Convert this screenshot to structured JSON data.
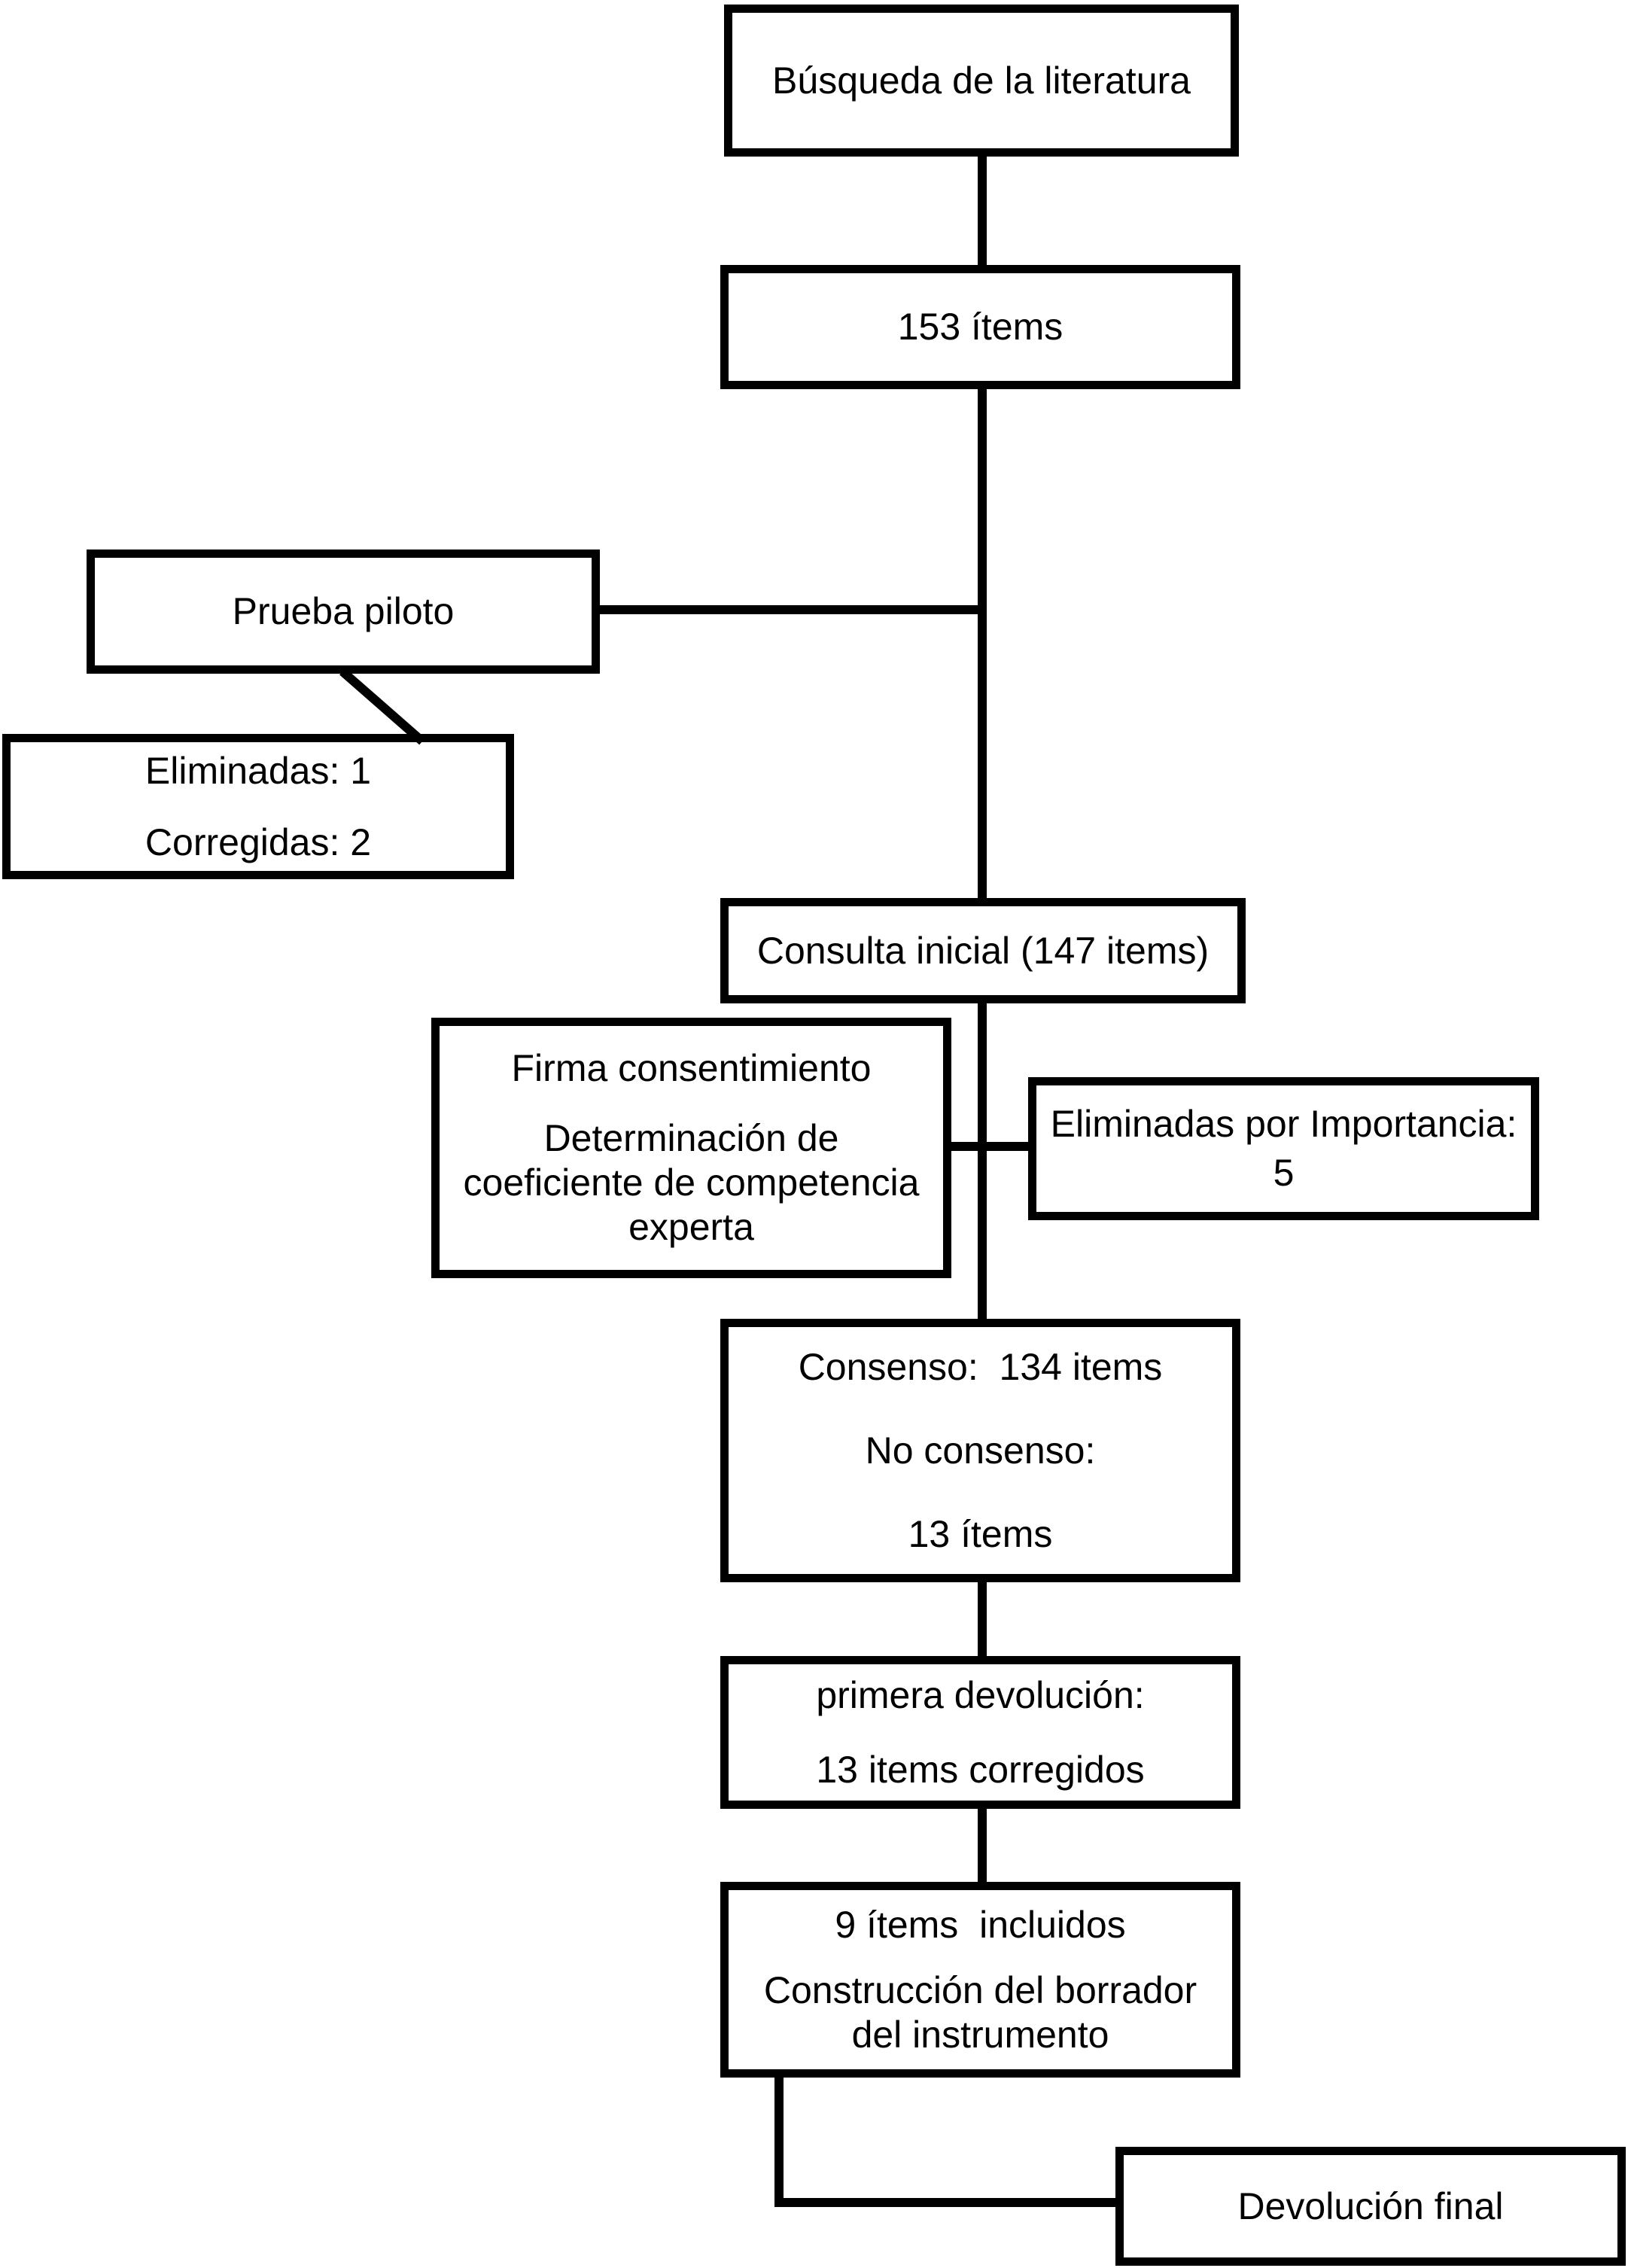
{
  "diagram": {
    "type": "flowchart",
    "background_color": "#ffffff",
    "line_color": "#000000",
    "boxes": {
      "busqueda": {
        "label": "Búsqueda de la literatura"
      },
      "items153": {
        "label": "153 ítems"
      },
      "prueba_piloto": {
        "label": "Prueba piloto"
      },
      "prueba_resultado": {
        "line1": "Eliminadas: 1",
        "line2": "Corregidas: 2"
      },
      "consulta_inicial": {
        "label": "Consulta inicial (147 items)"
      },
      "firma": {
        "line1": "Firma consentimiento",
        "line2": "Determinación de coeficiente de competencia experta"
      },
      "eliminadas_importancia": {
        "line1": "Eliminadas por Importancia:",
        "line2": "5"
      },
      "consenso": {
        "line1": "Consenso:  134 items",
        "line2": "No consenso:",
        "line3": "13 ítems"
      },
      "primera_devolucion": {
        "line1": "primera devolución:",
        "line2": "13 items corregidos"
      },
      "nueve_items": {
        "line1": "9 ítems  incluidos",
        "line2": "Construcción del borrador del instrumento"
      },
      "devolucion_final": {
        "label": "Devolución final"
      }
    },
    "edges": [
      {
        "from": "busqueda",
        "to": "items153"
      },
      {
        "from": "items153",
        "to": "consulta_inicial"
      },
      {
        "from": "prueba_piloto",
        "to": "trunk"
      },
      {
        "from": "prueba_piloto",
        "to": "prueba_resultado"
      },
      {
        "from": "consulta_inicial",
        "to": "consenso"
      },
      {
        "from": "firma",
        "to": "eliminadas_importancia"
      },
      {
        "from": "consenso",
        "to": "primera_devolucion"
      },
      {
        "from": "primera_devolucion",
        "to": "nueve_items"
      },
      {
        "from": "nueve_items",
        "to": "devolucion_final"
      }
    ]
  }
}
